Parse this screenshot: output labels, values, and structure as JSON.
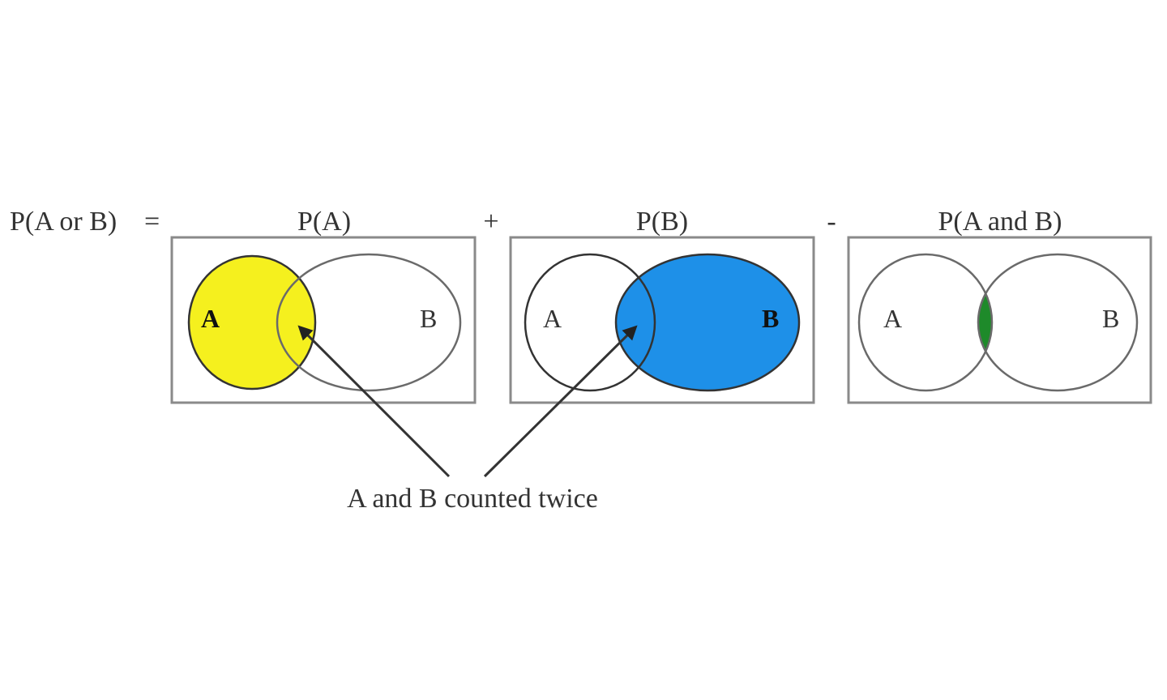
{
  "formula": {
    "lhs": "P(A or B)",
    "equals": "=",
    "plus": "+",
    "minus": "-"
  },
  "panels": [
    {
      "title": "P(A)",
      "set_a_label": "A",
      "set_b_label": "B"
    },
    {
      "title": "P(B)",
      "set_a_label": "A",
      "set_b_label": "B"
    },
    {
      "title": "P(A and B)",
      "set_a_label": "A",
      "set_b_label": "B"
    }
  ],
  "annotation": {
    "caption": "A and B counted twice"
  },
  "colors": {
    "set_a_fill": "#f5f01e",
    "set_b_fill": "#1e90e8",
    "intersection_fill": "#1e8a2a",
    "frame_stroke": "#8a8a8a"
  }
}
